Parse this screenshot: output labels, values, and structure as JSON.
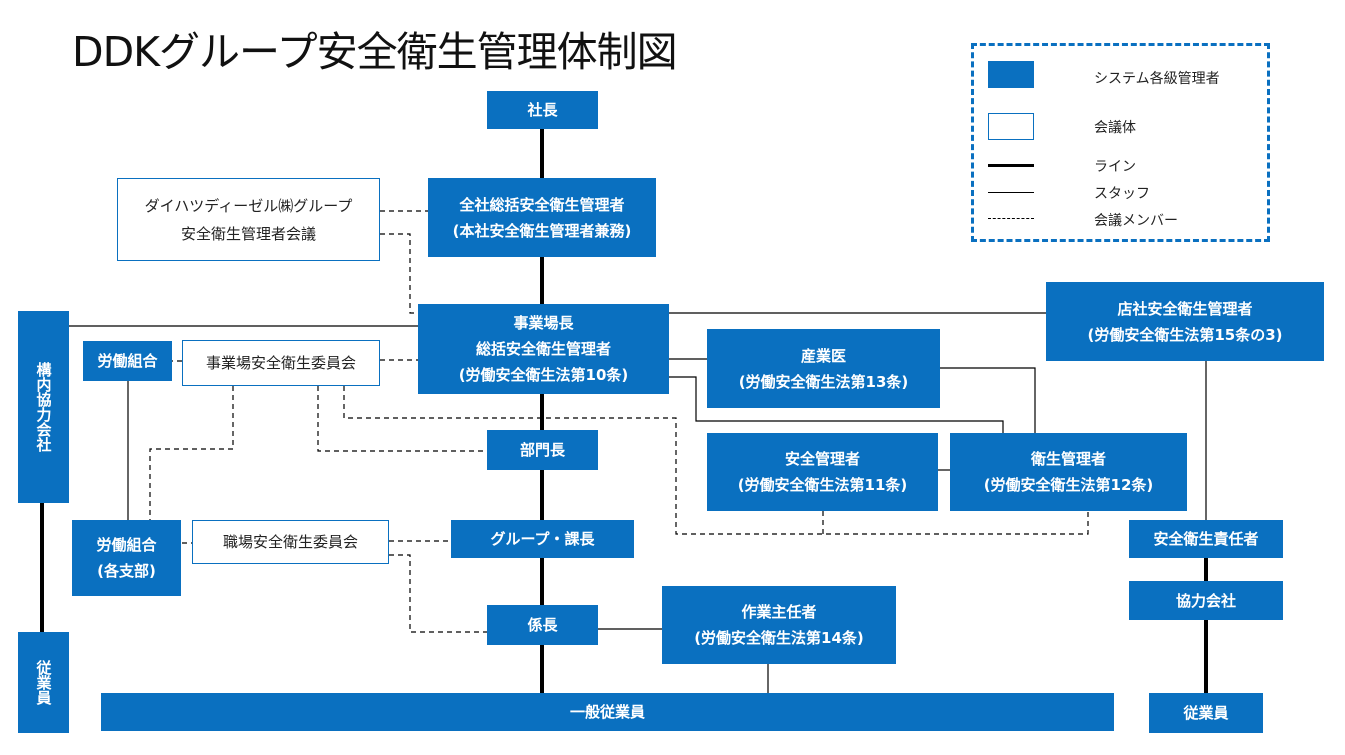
{
  "title": "DDKグループ安全衛生管理体制図",
  "legend": {
    "system_managers": "システム各級管理者",
    "meeting_body": "会議体",
    "line": "ライン",
    "staff": "スタッフ",
    "meeting_member": "会議メンバー"
  },
  "nodes": {
    "president": "社長",
    "general_manager": [
      "全社総括安全衛生管理者",
      "(本社安全衛生管理者兼務)"
    ],
    "daihatsu_meeting": [
      "ダイハツディーゼル㈱グループ",
      "安全衛生管理者会議"
    ],
    "site_manager": [
      "事業場長",
      "総括安全衛生管理者",
      "(労働安全衛生法第10条)"
    ],
    "store_manager": [
      "店社安全衛生管理者",
      "(労働安全衛生法第15条の3)"
    ],
    "industrial_physician": [
      "産業医",
      "(労働安全衛生法第13条)"
    ],
    "safety_manager": [
      "安全管理者",
      "(労働安全衛生法第11条)"
    ],
    "health_manager": [
      "衛生管理者",
      "(労働安全衛生法第12条)"
    ],
    "labor_union": "労働組合",
    "site_committee": "事業場安全衛生委員会",
    "department_head": "部門長",
    "group_section_chief": "グループ・課長",
    "labor_union_branch": [
      "労働組合",
      "(各支部)"
    ],
    "workplace_committee": "職場安全衛生委員会",
    "subsection_chief": "係長",
    "work_chief": [
      "作業主任者",
      "(労働安全衛生法第14条)"
    ],
    "general_employees": "一般従業員",
    "safety_officer": "安全衛生責任者",
    "partner_company": "協力会社",
    "employees_right": "従業員",
    "onsite_partner": "構内協力会社",
    "employees_left": "従業員"
  }
}
